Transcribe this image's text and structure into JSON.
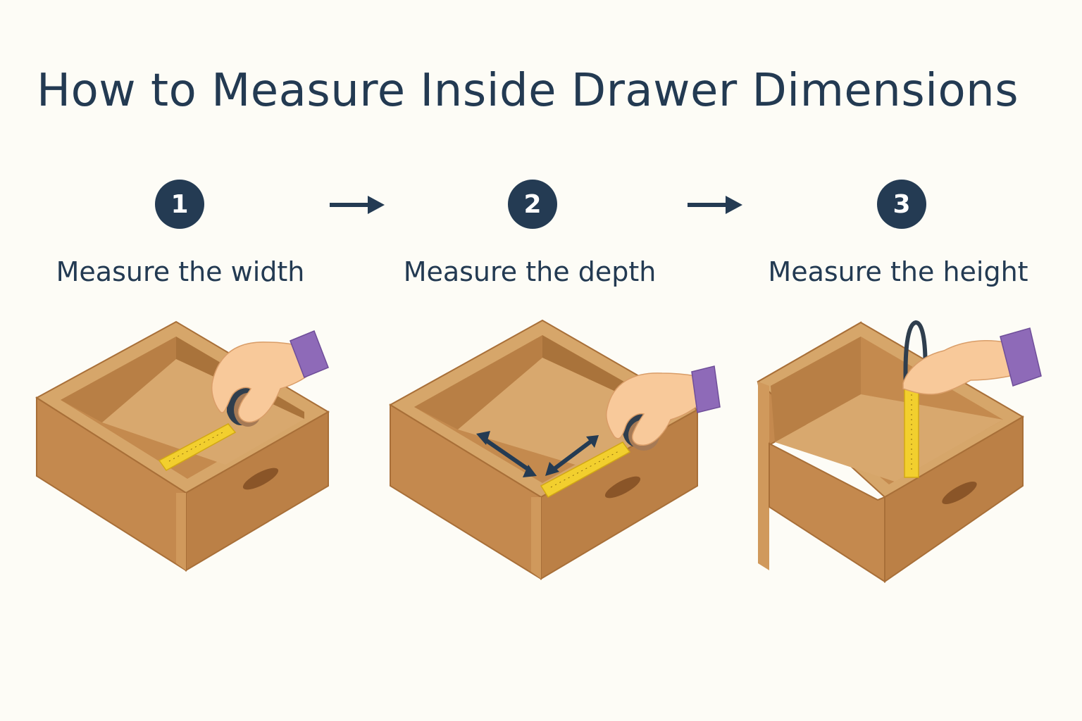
{
  "title": "How to Measure Inside Drawer Dimensions",
  "steps": [
    {
      "number": "1",
      "label": "Measure the width"
    },
    {
      "number": "2",
      "label": "Measure the depth"
    },
    {
      "number": "3",
      "label": "Measure the height"
    }
  ],
  "colors": {
    "text": "#233a52",
    "badge": "#243b53",
    "wood_light": "#d6a66a",
    "wood_mid": "#c48a4e",
    "wood_dark": "#b37a40",
    "tape": "#f2cf2e",
    "skin": "#f8c99a",
    "sleeve": "#8e6ab8"
  }
}
